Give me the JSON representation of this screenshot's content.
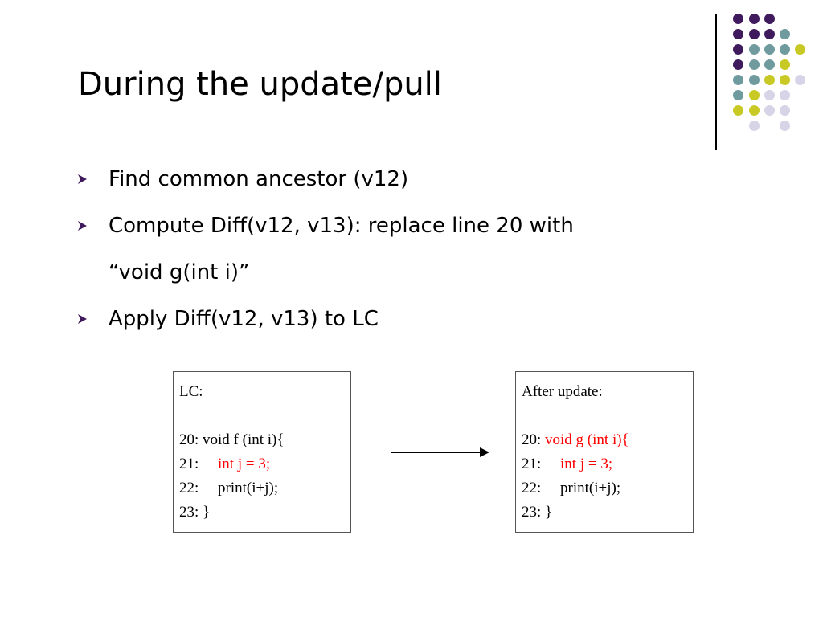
{
  "slide": {
    "title": "During the update/pull",
    "bullets": [
      {
        "text": "Find common ancestor (v12)"
      },
      {
        "text": "Compute Diff(v12, v13): replace line 20 with",
        "continuation": "“void g(int i)”"
      },
      {
        "text": "Apply Diff(v12, v13) to LC"
      }
    ]
  },
  "left_box": {
    "header": "LC:",
    "lines": [
      {
        "num": "20: ",
        "code": "void f (int i){"
      },
      {
        "num": "21:",
        "indent": "     ",
        "code": "int j = 3;"
      },
      {
        "num": "22:",
        "indent": "     ",
        "code": "print(i+j);"
      },
      {
        "num": "23: ",
        "code": "}"
      }
    ]
  },
  "right_box": {
    "header": "After update:",
    "lines": [
      {
        "num": "20: ",
        "code": "void g (int i){"
      },
      {
        "num": "21:",
        "indent": "     ",
        "code": "int j = 3;"
      },
      {
        "num": "22:",
        "indent": "     ",
        "code": "print(i+j);"
      },
      {
        "num": "23: ",
        "code": "}"
      }
    ]
  },
  "colors": {
    "purple": "#3f1a5c",
    "teal": "#6f9a9e",
    "yellow": "#c9c925",
    "lavender": "#d6d4e6",
    "highlight_red": "#ff0000",
    "bullet_marker": "#3f1a5c"
  },
  "icons": {
    "bullet": "arrowhead-bullet-icon",
    "arrow": "right-arrow-icon"
  }
}
